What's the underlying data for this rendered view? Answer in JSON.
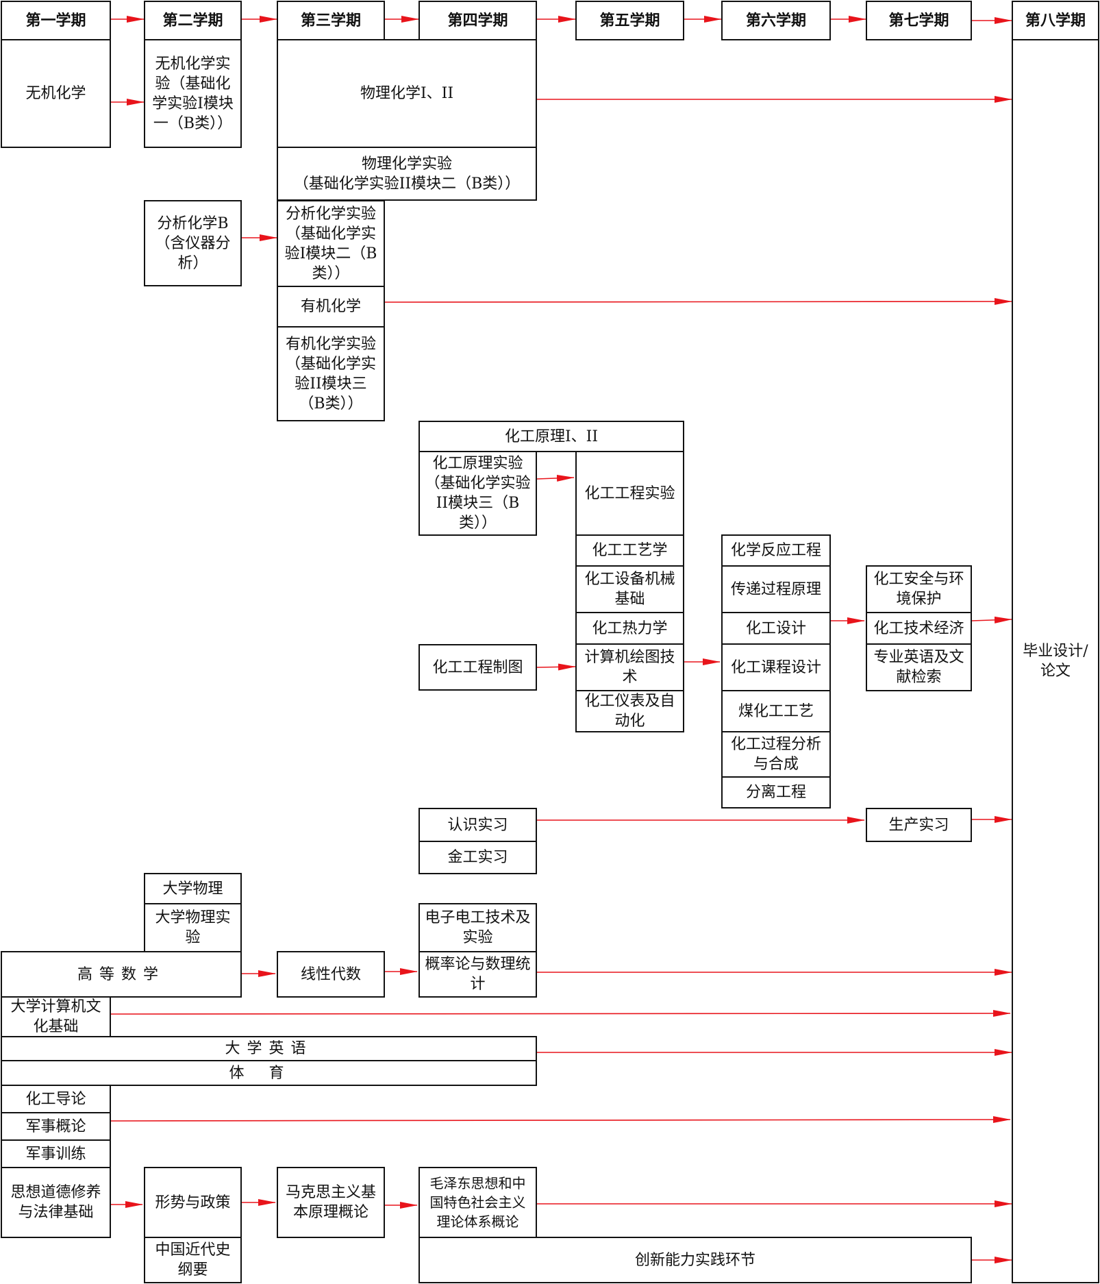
{
  "semesters": [
    "第一学期",
    "第二学期",
    "第三学期",
    "第四学期",
    "第五学期",
    "第六学期",
    "第七学期",
    "第八学期"
  ],
  "courses": {
    "wuji_huaxue": "无机化学",
    "wuji_shiyan": "无机化学实验（基础化学实验I模块一（B类））",
    "wuli_huaxue": "物理化学I、II",
    "wuli_shiyan_title": "物理化学实验",
    "wuli_shiyan_sub": "（基础化学实验II模块二（B类））",
    "fenxi_huaxue": "分析化学B（含仪器分析）",
    "fenxi_shiyan": "分析化学实验（基础化学实验I模块二（B类））",
    "youji_huaxue": "有机化学",
    "youji_shiyan": "有机化学实验（基础化学实验II模块三（B类））",
    "huagong_yuanli": "化工原理I、II",
    "huagong_yuanli_shiyan": "化工原理实验（基础化学实验II模块三（B类））",
    "huagong_gongcheng_shiyan": "化工工程实验",
    "huagong_gongyixue": "化工工艺学",
    "huagong_shebei": "化工设备机械基础",
    "huagong_relixue": "化工热力学",
    "huagong_zhitu": "化工工程制图",
    "jisuanji_huitu": "计算机绘图技术",
    "huagong_yibiao": "化工仪表及自动化",
    "fanying_gongcheng": "化学反应工程",
    "chuandi_guocheng": "传递过程原理",
    "huagong_sheji": "化工设计",
    "kecheng_sheji": "化工课程设计",
    "meihua_gongyi": "煤化工工艺",
    "guocheng_fenxi": "化工过程分析与合成",
    "fenli_gongcheng": "分离工程",
    "anquan_huanjing": "化工安全与环境保护",
    "jishu_jingji": "化工技术经济",
    "zhuanye_yingyu": "专业英语及文献检索",
    "biye_sheji": "毕业设计/论文",
    "renshi_shixi": "认识实习",
    "jingong_shixi": "金工实习",
    "shengchan_shixi": "生产实习",
    "daxue_wuli": "大学物理",
    "daxue_wuli_shiyan": "大学物理实验",
    "gaodeng_shuxue": "高等数学",
    "xianxing_daishu": "线性代数",
    "dianzi_diangong": "电子电工技术及实验",
    "gailvlun": "概率论与数理统计",
    "jisuanji_wenhua": "大学计算机文化基础",
    "daxue_yingyu": "大学英语",
    "tiyu": "体育",
    "huagong_daolun": "化工导论",
    "junshi_gailun": "军事概论",
    "junshi_xunlian": "军事训练",
    "sixiang_daode": "思想道德修养与法律基础",
    "xingshi_zhengce": "形势与政策",
    "makesi": "马克思主义基本原理概论",
    "maozedong": "毛泽东思想和中国特色社会主义理论体系概论",
    "jindai_shi": "中国近代史纲要",
    "chuangxin": "创新能力实践环节"
  },
  "colors": {
    "border": "#111111",
    "arrow": "#e8141b"
  }
}
